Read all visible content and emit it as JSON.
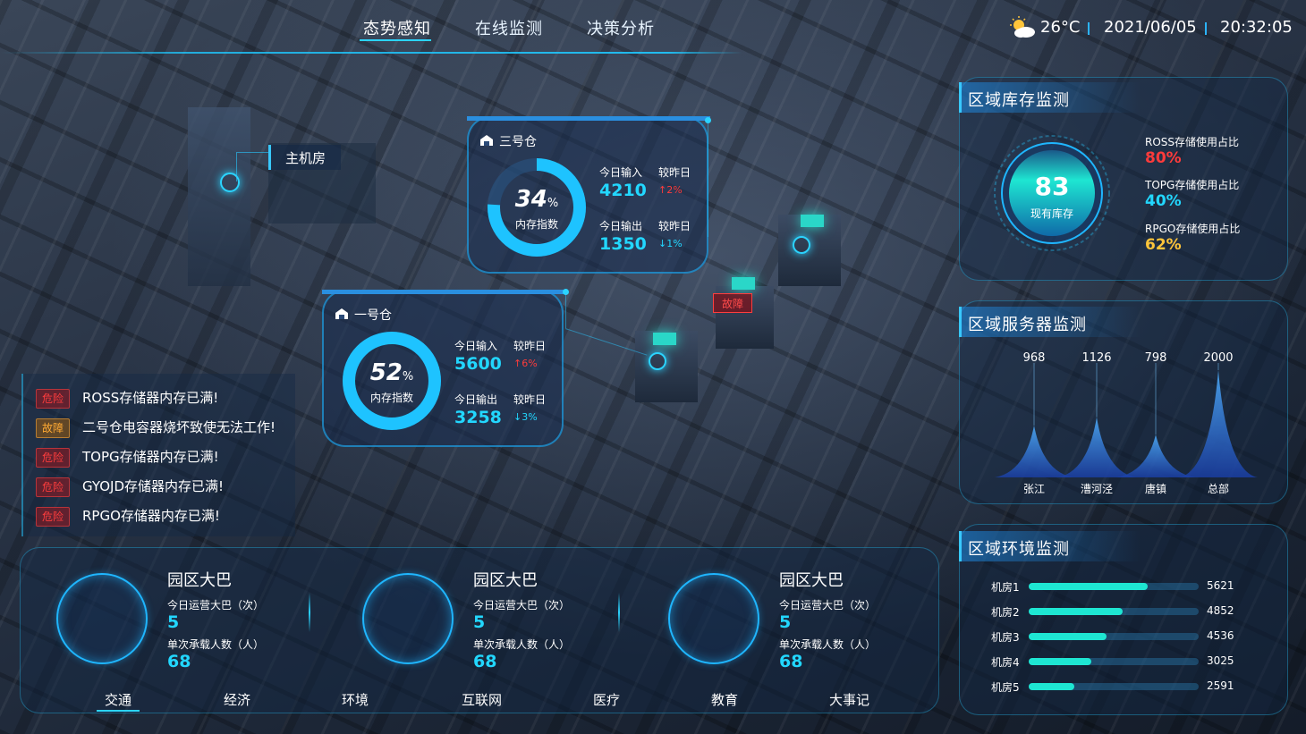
{
  "nav": {
    "tabs": [
      {
        "label": "态势感知",
        "active": true
      },
      {
        "label": "在线监测",
        "active": false
      },
      {
        "label": "决策分析",
        "active": false
      }
    ],
    "temperature": "26°C",
    "date": "2021/06/05",
    "time": "20:32:05",
    "weather_icon": "partly-cloudy-icon"
  },
  "map": {
    "main_room_label": "主机房",
    "fault_tag": "故障"
  },
  "warehouses": [
    {
      "name": "三号仓",
      "gauge_value": "34",
      "gauge_unit": "%",
      "gauge_fraction": 0.34,
      "gauge_label": "内存指数",
      "input_label": "今日输入",
      "input_value": "4210",
      "compare_label": "较昨日",
      "input_change": "2%",
      "input_trend": "up",
      "output_label": "今日输出",
      "output_value": "1350",
      "output_change": "1%",
      "output_trend": "down"
    },
    {
      "name": "一号仓",
      "gauge_value": "52",
      "gauge_unit": "%",
      "gauge_fraction": 0.52,
      "gauge_label": "内存指数",
      "input_label": "今日输入",
      "input_value": "5600",
      "compare_label": "较昨日",
      "input_change": "6%",
      "input_trend": "up",
      "output_label": "今日输出",
      "output_value": "3258",
      "output_change": "3%",
      "output_trend": "down"
    }
  ],
  "alerts": [
    {
      "level": "危险",
      "type": "danger",
      "text": "ROSS存储器内存已满!"
    },
    {
      "level": "故障",
      "type": "fault",
      "text": "二号仓电容器烧坏致使无法工作!"
    },
    {
      "level": "危险",
      "type": "danger",
      "text": "TOPG存储器内存已满!"
    },
    {
      "level": "危险",
      "type": "danger",
      "text": "GYOJD存储器内存已满!"
    },
    {
      "level": "危险",
      "type": "danger",
      "text": "RPGO存储器内存已满!"
    }
  ],
  "buses": [
    {
      "title": "园区大巴",
      "ops_label": "今日运营大巴（次）",
      "ops_value": "5",
      "cap_label": "单次承载人数（人）",
      "cap_value": "68"
    },
    {
      "title": "园区大巴",
      "ops_label": "今日运营大巴（次）",
      "ops_value": "5",
      "cap_label": "单次承载人数（人）",
      "cap_value": "68"
    },
    {
      "title": "园区大巴",
      "ops_label": "今日运营大巴（次）",
      "ops_value": "5",
      "cap_label": "单次承载人数（人）",
      "cap_value": "68"
    }
  ],
  "bottom_tabs": [
    "交通",
    "经济",
    "环境",
    "互联网",
    "医疗",
    "教育",
    "大事记"
  ],
  "storage": {
    "title": "区域库存监测",
    "center_value": "83",
    "center_label": "现有库存",
    "items": [
      {
        "label": "ROSS存储使用占比",
        "value": "80%",
        "color": "#ff3b3b"
      },
      {
        "label": "TOPG存储使用占比",
        "value": "40%",
        "color": "#22d7ff"
      },
      {
        "label": "RPGO存储使用占比",
        "value": "62%",
        "color": "#ffc53a"
      }
    ]
  },
  "servers": {
    "title": "区域服务器监测"
  },
  "environment": {
    "title": "区域环境监测",
    "rooms": [
      {
        "label": "机房1",
        "value": "5621",
        "fraction": 0.7
      },
      {
        "label": "机房2",
        "value": "4852",
        "fraction": 0.55
      },
      {
        "label": "机房3",
        "value": "4536",
        "fraction": 0.46
      },
      {
        "label": "机房4",
        "value": "3025",
        "fraction": 0.37
      },
      {
        "label": "机房5",
        "value": "2591",
        "fraction": 0.27
      }
    ]
  },
  "chart_data": {
    "type": "area",
    "categories": [
      "张江",
      "漕河泾",
      "唐镇",
      "总部"
    ],
    "values": [
      968,
      1126,
      798,
      2000
    ],
    "ylim": [
      0,
      2000
    ],
    "xlabel": "",
    "ylabel": "",
    "grid": false,
    "legend": "none"
  }
}
